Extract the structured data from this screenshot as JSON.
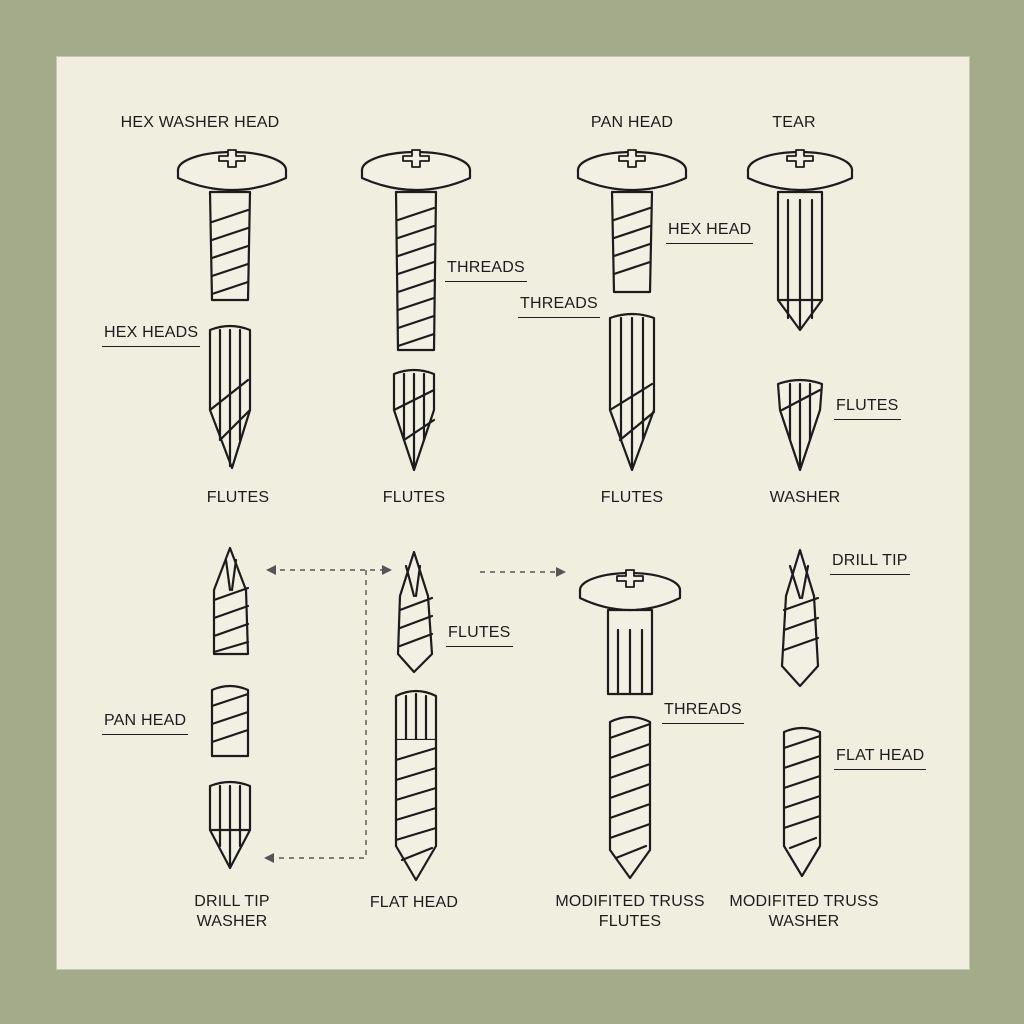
{
  "colors": {
    "background": "#a3ab8a",
    "panel": "#efeedf",
    "ink": "#1c1c1c",
    "fill": "#f2f0e2"
  },
  "labels": {
    "hex_washer_head": "HEX WASHER HEAD",
    "pan_head_top": "PAN HEAD",
    "tear": "TEAR",
    "threads_1": "THREADS",
    "hex_head": "HEX HEAD",
    "threads_2": "THREADS",
    "hex_heads": "HEX HEADS",
    "flutes_right": "FLUTES",
    "flutes_1": "FLUTES",
    "flutes_2": "FLUTES",
    "flutes_3": "FLUTES",
    "washer": "WASHER",
    "drill_tip_right": "DRILL TIP",
    "flutes_mid": "FLUTES",
    "threads_3": "THREADS",
    "pan_head_left": "PAN HEAD",
    "flat_head_right": "FLAT HEAD",
    "drill_tip_washer_line1": "DRILL TIP",
    "drill_tip_washer_line2": "WASHER",
    "flat_head_bottom": "FLAT HEAD",
    "modified_truss_flutes_line1": "MODIFITED TRUSS",
    "modified_truss_flutes_line2": "FLUTES",
    "modified_truss_washer_line1": "MODIFITED TRUSS",
    "modified_truss_washer_line2": "WASHER"
  }
}
